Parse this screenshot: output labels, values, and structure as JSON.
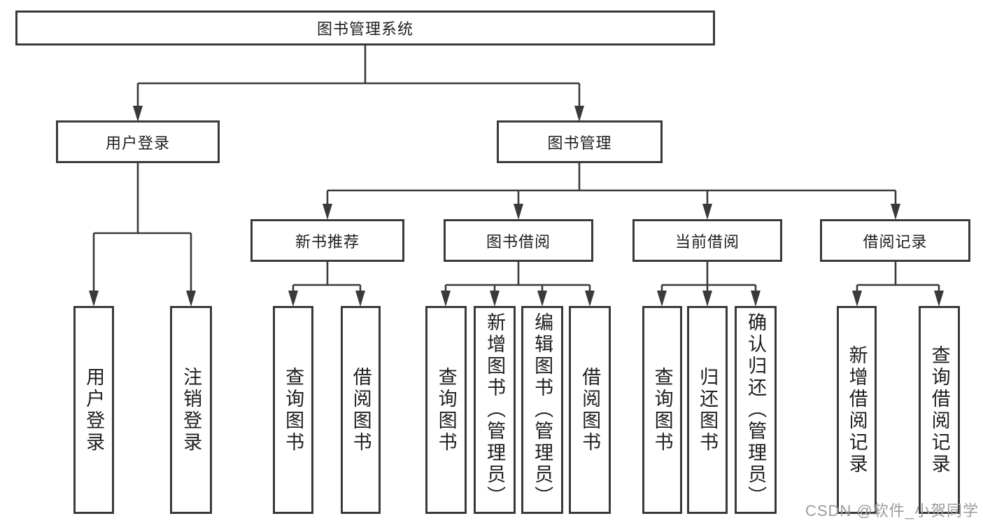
{
  "colors": {
    "line": "#3a3a3a",
    "text": "#1e1e1e",
    "background": "#ffffff",
    "watermark_color": "#9c9c9c"
  },
  "watermark": {
    "text": "CSDN @软件_小贺同学"
  },
  "tree": {
    "root": {
      "label": "图书管理系统",
      "children": [
        {
          "label": "用户登录",
          "children": [
            {
              "label": "用户登录"
            },
            {
              "label": "注销登录"
            }
          ]
        },
        {
          "label": "图书管理",
          "children": [
            {
              "label": "新书推荐",
              "children": [
                {
                  "label": "查询图书"
                },
                {
                  "label": "借阅图书"
                }
              ]
            },
            {
              "label": "图书借阅",
              "children": [
                {
                  "label": "查询图书"
                },
                {
                  "label": "新增图书（管理员）"
                },
                {
                  "label": "编辑图书（管理员）"
                },
                {
                  "label": "借阅图书"
                }
              ]
            },
            {
              "label": "当前借阅",
              "children": [
                {
                  "label": "查询图书"
                },
                {
                  "label": "归还图书"
                },
                {
                  "label": "确认归还（管理员）"
                }
              ]
            },
            {
              "label": "借阅记录",
              "children": [
                {
                  "label": "新增借阅记录"
                },
                {
                  "label": "查询借阅记录"
                }
              ]
            }
          ]
        }
      ]
    }
  }
}
